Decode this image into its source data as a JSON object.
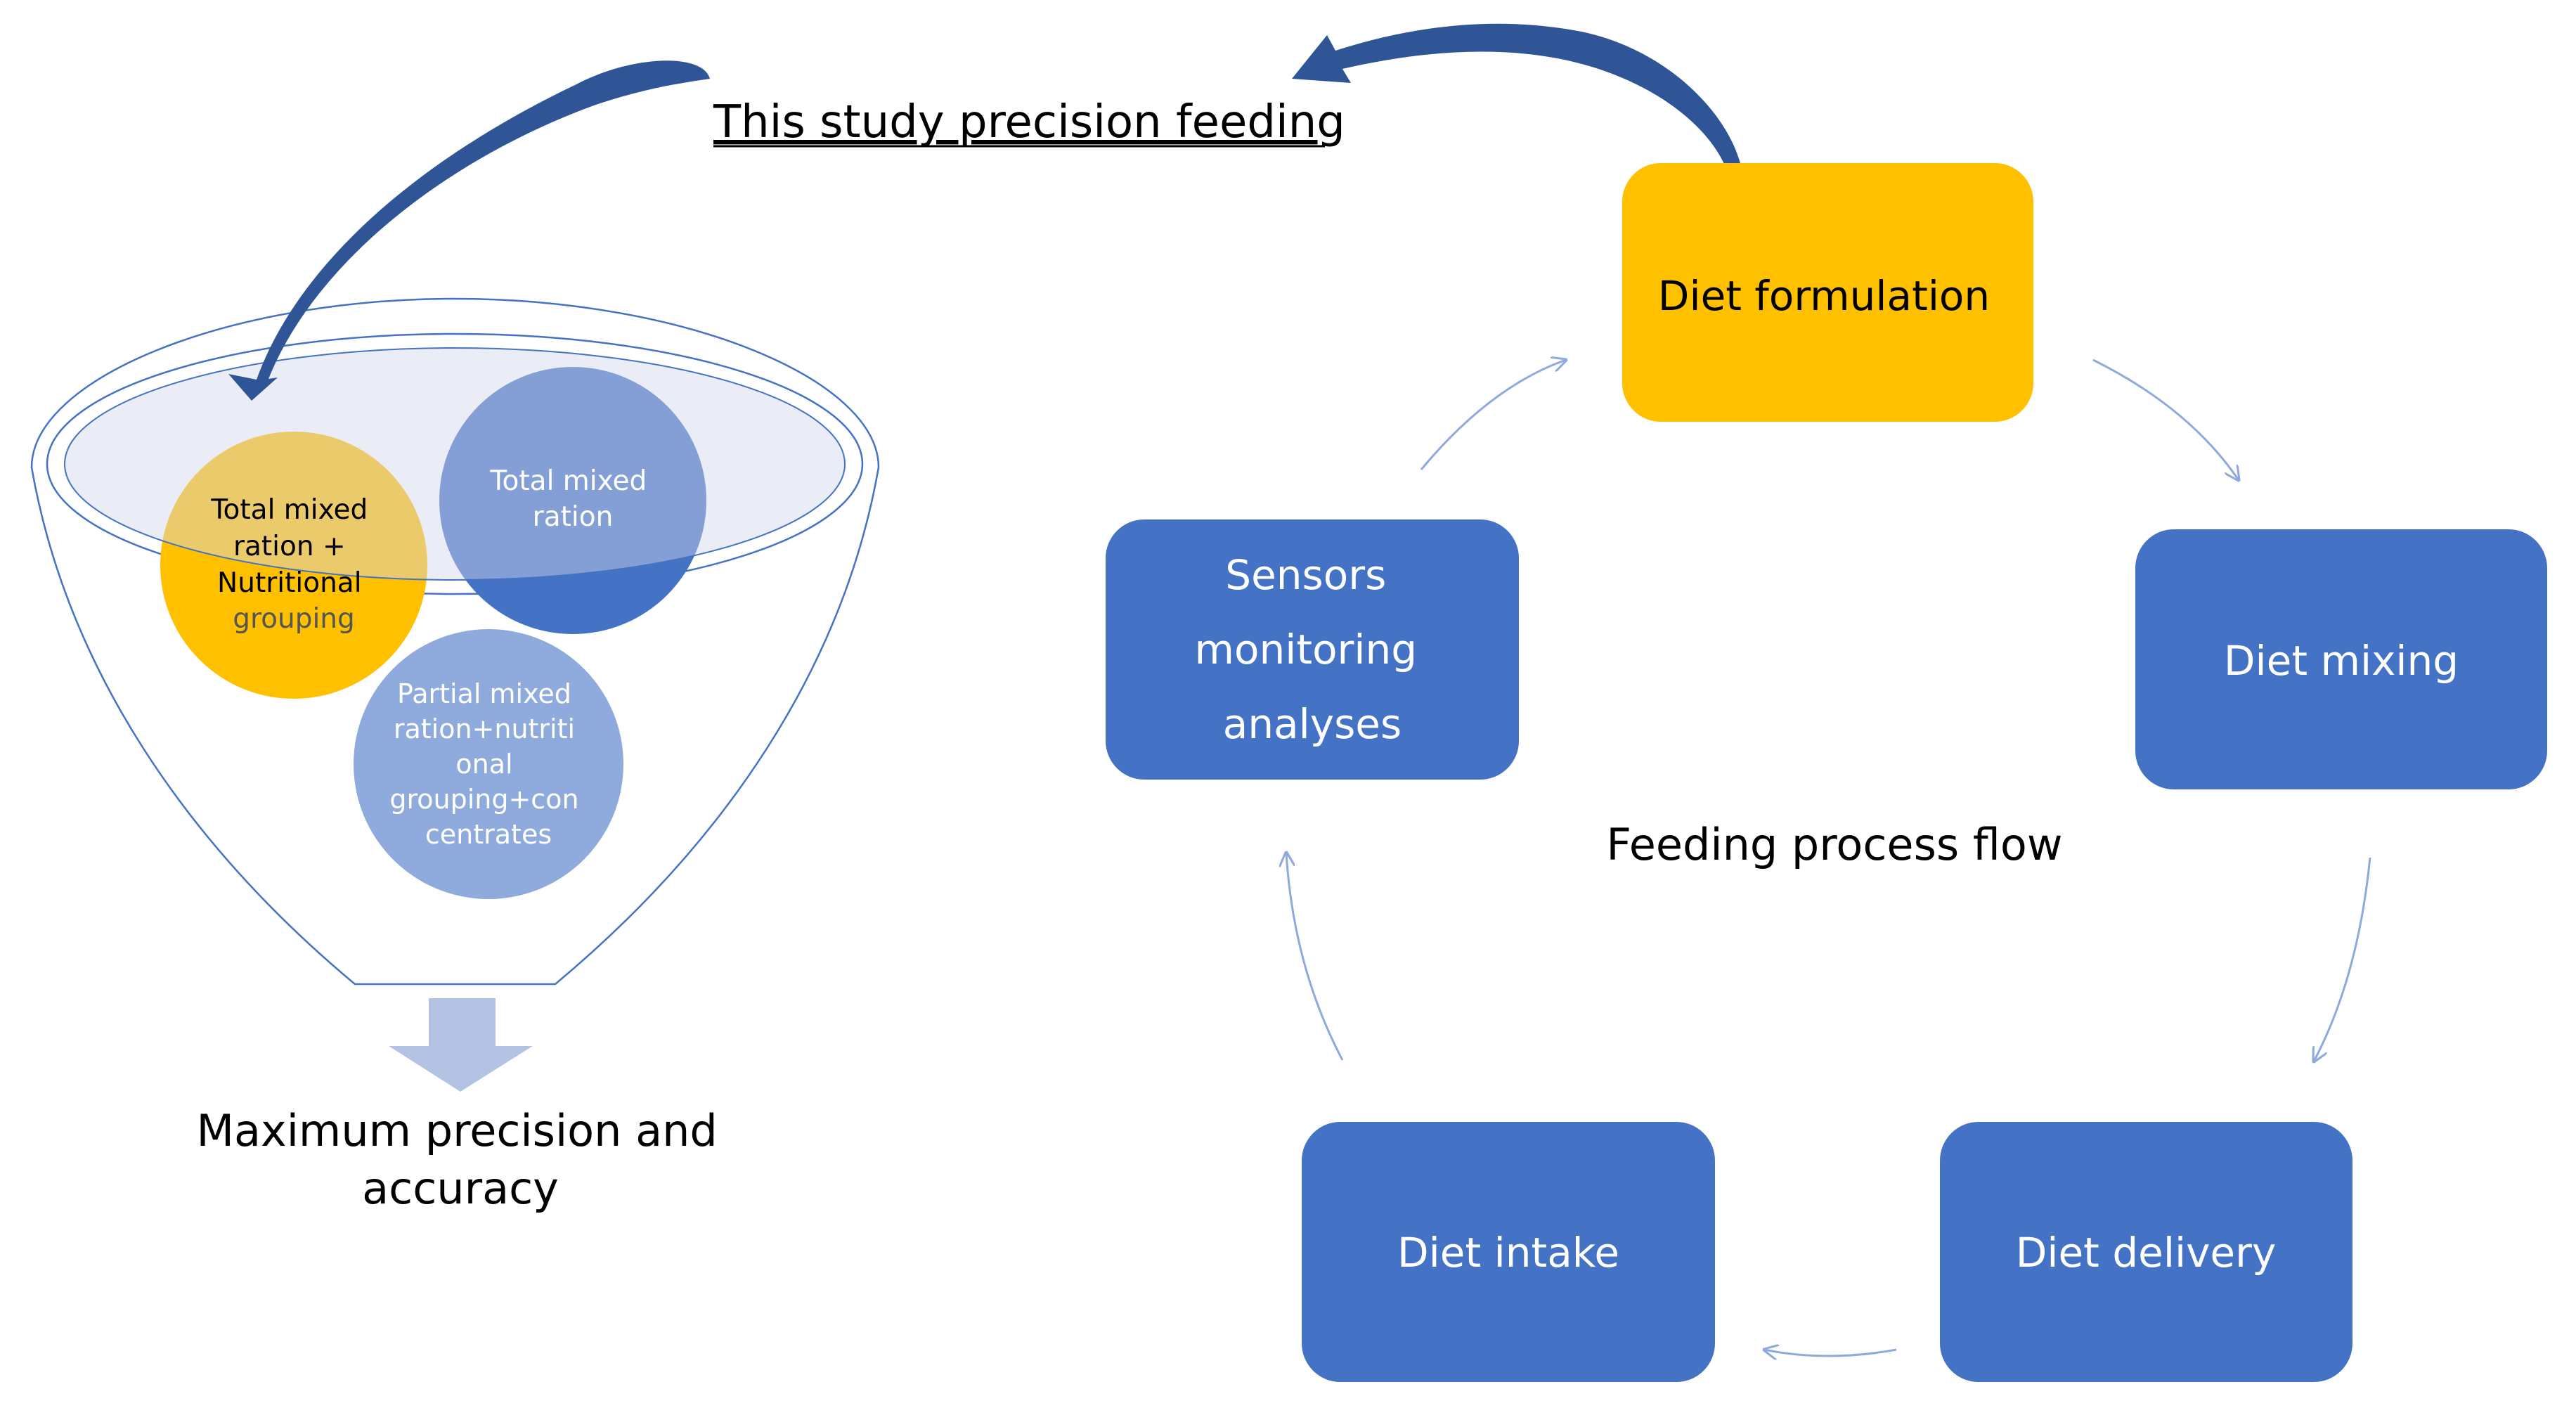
{
  "title_link": "This study precision feeding",
  "funnel": {
    "circles": [
      {
        "label_lines": [
          "Total mixed",
          "ration +",
          "Nutritional",
          "grouping"
        ],
        "color": "#FFC000"
      },
      {
        "label_lines": [
          "Total mixed",
          "ration"
        ],
        "color": "#4472C4"
      },
      {
        "label_lines": [
          "Partial mixed",
          "ration+nutriti",
          "onal",
          "grouping+con",
          "centrates"
        ],
        "color": "#8FAADC"
      }
    ],
    "result_lines": [
      "Maximum precision and",
      "accuracy"
    ]
  },
  "cycle": {
    "center_label": "Feeding process flow",
    "steps": [
      {
        "label_lines": [
          "Diet formulation"
        ],
        "color": "#FFC000",
        "text_color": "#000000"
      },
      {
        "label_lines": [
          "Diet mixing"
        ],
        "color": "#4472C4",
        "text_color": "#ffffff"
      },
      {
        "label_lines": [
          "Diet delivery"
        ],
        "color": "#4472C4",
        "text_color": "#ffffff"
      },
      {
        "label_lines": [
          "Diet intake"
        ],
        "color": "#4472C4",
        "text_color": "#ffffff"
      },
      {
        "label_lines": [
          "Sensors",
          "monitoring",
          "analyses"
        ],
        "color": "#4472C4",
        "text_color": "#ffffff"
      }
    ]
  },
  "colors": {
    "arrow_dark": "#2F5597",
    "funnel_line": "#4472C4",
    "down_arrow": "#B4C2E4",
    "cycle_arrow": "#8EA9DB"
  }
}
